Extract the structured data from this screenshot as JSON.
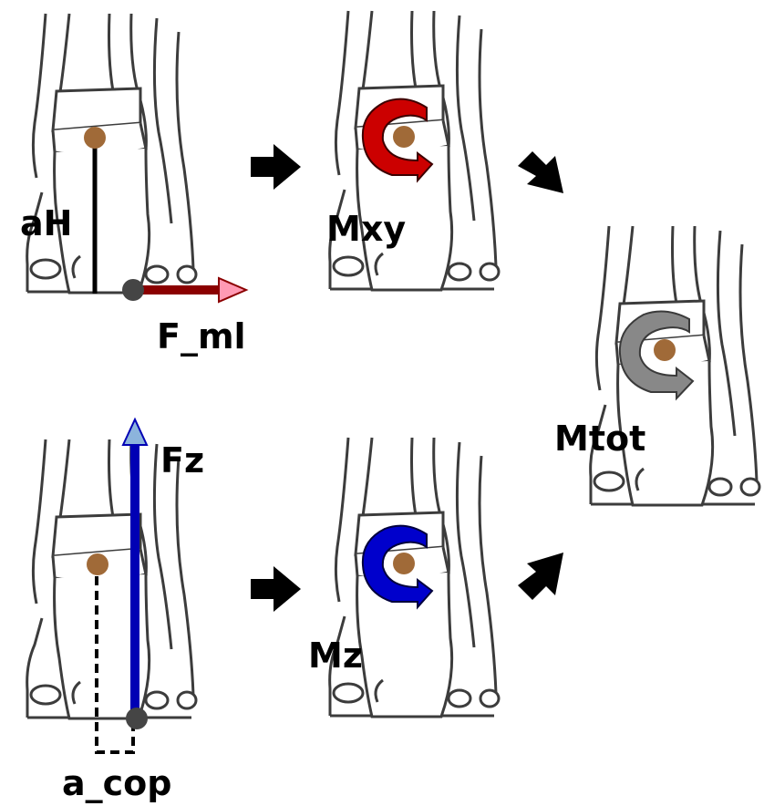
{
  "labels": {
    "aH": "aH",
    "F_ml": "F_ml",
    "Mxy": "Mxy",
    "Fz": "Fz",
    "a_cop": "a_cop",
    "Mz": "Mz",
    "Mtot": "Mtot"
  },
  "colors": {
    "outline": "#3c3c3c",
    "bone_center": "#a06a38",
    "force_point": "#454545",
    "F_ml_arrow": "#8b0000",
    "F_ml_arrow_head": "#ff9ab4",
    "Mxy_arrow": "#cc0000",
    "Fz_arrow": "#0000b4",
    "Fz_arrow_head": "#8cb4dc",
    "Mz_arrow": "#0000cc",
    "Mtot_arrow": "#888888",
    "flow_arrow": "#000000"
  }
}
